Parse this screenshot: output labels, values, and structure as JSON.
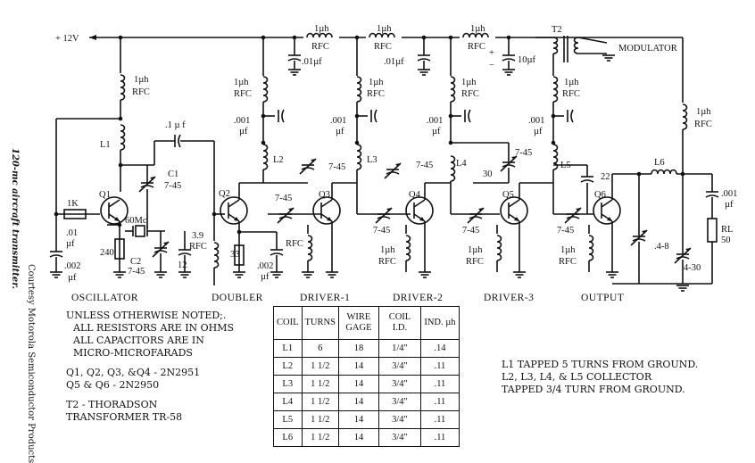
{
  "title": "120-mc aircraft transmitter.",
  "credit": "Courtesy Motorola Semiconductor Products",
  "supply": "+ 12V",
  "modulator": "MODULATOR",
  "stages": [
    "OSCILLATOR",
    "DOUBLER",
    "DRIVER-1",
    "DRIVER-2",
    "DRIVER-3",
    "OUTPUT"
  ],
  "transistors": [
    "Q1",
    "Q2",
    "Q3",
    "Q4",
    "Q5",
    "Q6"
  ],
  "coils": [
    "L1",
    "L2",
    "L3",
    "L4",
    "L5",
    "L6"
  ],
  "rfc_value": "1µh",
  "rfc_label": "RFC",
  "rfc_tag": "RFC",
  "bypass_cap": ".001",
  "bypass_unit": "µf",
  "top_caps": [
    ".01µf",
    ".01µf"
  ],
  "electrolytic": "10µf",
  "transformer": "T2",
  "trimmer": "7-45",
  "c1": "C1",
  "c2": "C2",
  "crystal": "60Mc",
  "coupling_cap": ".1 µ f",
  "resistors": [
    "1K",
    "240",
    "33",
    "3.9",
    "12"
  ],
  "caps_misc": [
    ".01",
    "µf",
    ".002",
    "µf",
    ".002",
    "µf",
    "30",
    "22"
  ],
  "output_trim": [
    ".4-8",
    "4-30"
  ],
  "load": [
    "RL",
    "50"
  ],
  "out_cap": [
    ".001",
    "µf"
  ],
  "notes": [
    "UNLESS OTHERWISE NOTED;.",
    "ALL RESISTORS ARE IN OHMS",
    "ALL CAPACITORS ARE IN",
    "MICRO-MICROFARADS",
    "Q1, Q2, Q3, &Q4 - 2N2951",
    "Q5 & Q6 - 2N2950",
    "T2 - THORADSON",
    "TRANSFORMER TR-58"
  ],
  "coil_table": {
    "headers": [
      "COIL",
      "TURNS",
      "WIRE GAGE",
      "COIL I.D.",
      "IND. µh"
    ],
    "rows": [
      [
        "L1",
        "6",
        "18",
        "1/4\"",
        ".14"
      ],
      [
        "L2",
        "1 1/2",
        "14",
        "3/4\"",
        ".11"
      ],
      [
        "L3",
        "1 1/2",
        "14",
        "3/4\"",
        ".11"
      ],
      [
        "L4",
        "1 1/2",
        "14",
        "3/4\"",
        ".11"
      ],
      [
        "L5",
        "1 1/2",
        "14",
        "3/4\"",
        ".11"
      ],
      [
        "L6",
        "1 1/2",
        "14",
        "3/4\"",
        ".11"
      ]
    ]
  },
  "tap_notes": [
    "L1 TAPPED 5 TURNS FROM GROUND.",
    "L2, L3, L4, & L5 COLLECTOR",
    "TAPPED 3/4 TURN FROM GROUND."
  ]
}
